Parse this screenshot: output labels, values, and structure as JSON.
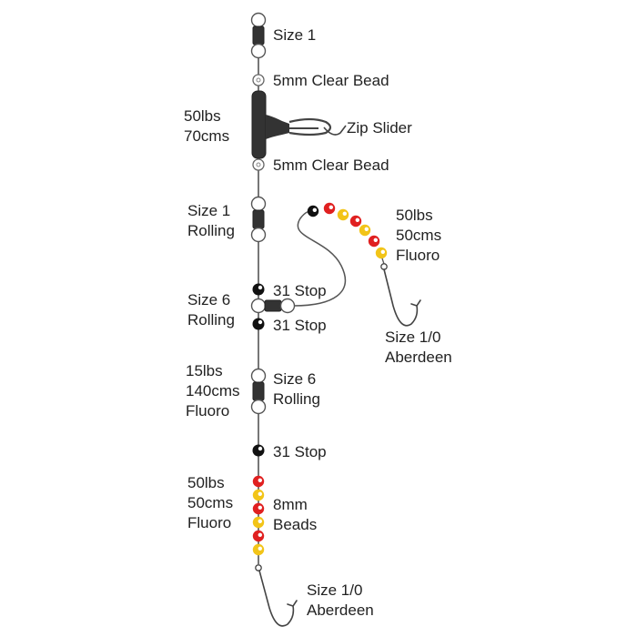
{
  "labels": {
    "swivel_top": "Size 1",
    "clear_bead_top": "5mm Clear Bead",
    "main_line": [
      "50lbs",
      "70cms"
    ],
    "zip_slider": "Zip Slider",
    "clear_bead_bottom": "5mm Clear Bead",
    "rolling_top": [
      "Size 1",
      "Rolling"
    ],
    "snood": [
      "50lbs",
      "50cms",
      "Fluoro"
    ],
    "stop_upper": "31 Stop",
    "rolling_mid": [
      "Size 6",
      "Rolling"
    ],
    "stop_lower": "31 Stop",
    "hook_snood": [
      "Size 1/0",
      "Aberdeen"
    ],
    "body_line": [
      "15lbs",
      "140cms",
      "Fluoro"
    ],
    "rolling_lower": [
      "Size 6",
      "Rolling"
    ],
    "stop_bottom": "31 Stop",
    "trace_bottom": [
      "50lbs",
      "50cms",
      "Fluoro"
    ],
    "beads_bottom": [
      "8mm",
      "Beads"
    ],
    "hook_bottom": [
      "Size 1/0",
      "Aberdeen"
    ]
  },
  "colors": {
    "line": "#555555",
    "swivel_body": "#333333",
    "bead_red": "#e02020",
    "bead_yellow": "#f2c418",
    "bead_black": "#111111",
    "clear_bead": "#ffffff"
  },
  "snood_bead_sequence": [
    "black",
    "red",
    "yellow",
    "red",
    "yellow",
    "red",
    "yellow"
  ],
  "bottom_bead_sequence": [
    "red",
    "yellow",
    "red",
    "yellow",
    "red",
    "yellow"
  ]
}
